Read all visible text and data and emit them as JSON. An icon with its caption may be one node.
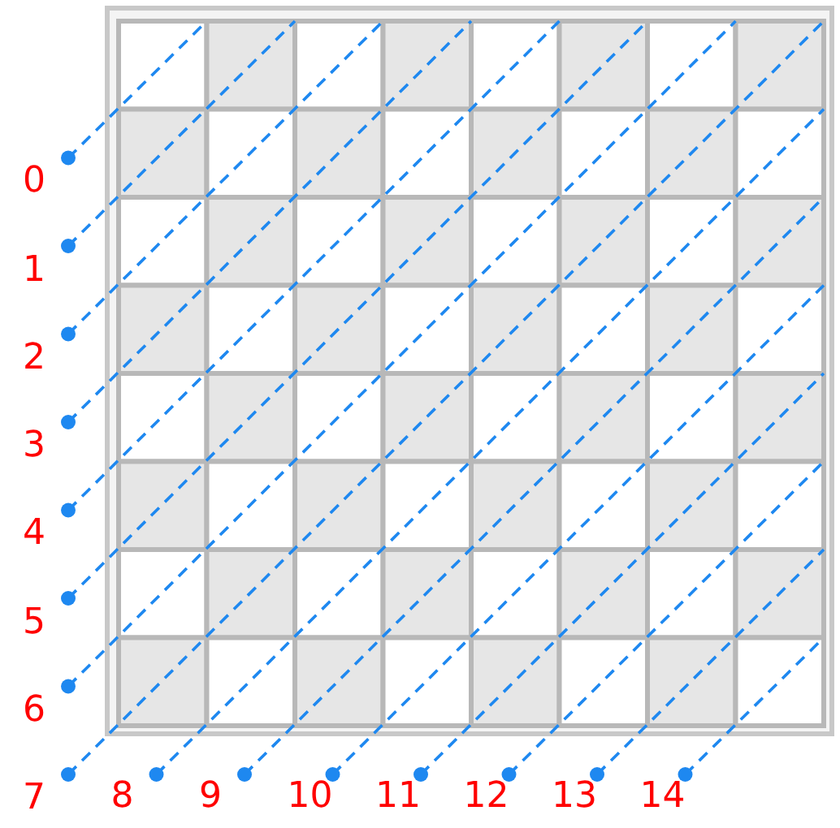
{
  "diagram": {
    "labels": [
      "0",
      "1",
      "2",
      "3",
      "4",
      "5",
      "6",
      "7",
      "8",
      "9",
      "10",
      "11",
      "12",
      "13",
      "14"
    ]
  }
}
